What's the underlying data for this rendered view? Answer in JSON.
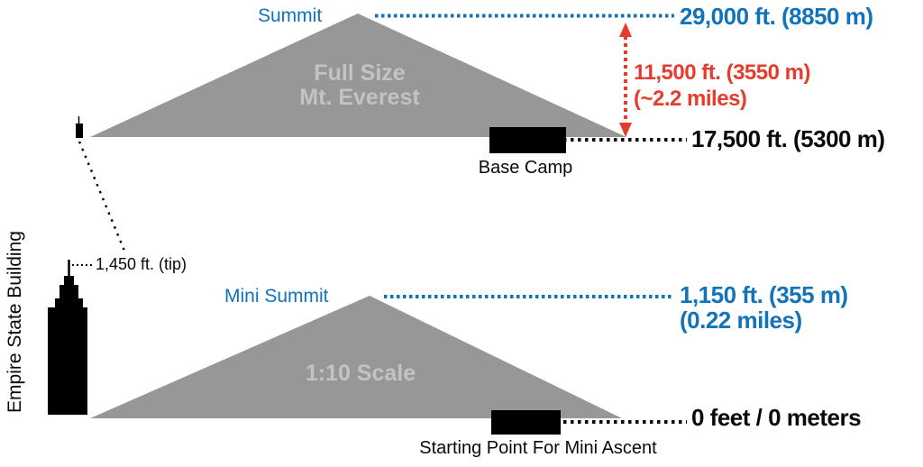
{
  "colors": {
    "blue": "#1173B9",
    "red": "#E63C2D",
    "mountain_gray": "#979797",
    "mountain_label_gray": "#C3C3C3",
    "marker_black": "#000000"
  },
  "full_size": {
    "summit_label": "Summit",
    "mountain_label_line1": "Full Size",
    "mountain_label_line2": "Mt. Everest",
    "summit_elevation": "29,000 ft. (8850 m)",
    "climb_height_line1": "11,500 ft. (3550 m)",
    "climb_height_line2": "(~2.2 miles)",
    "base_camp_elevation": "17,500 ft. (5300 m)",
    "base_camp_label": "Base Camp"
  },
  "mini": {
    "summit_label": "Mini Summit",
    "mountain_label": "1:10 Scale",
    "summit_elevation_line1": "1,150 ft. (355 m)",
    "summit_elevation_line2": "(0.22 miles)",
    "base_elevation": "0 feet / 0 meters",
    "start_label": "Starting Point For Mini Ascent"
  },
  "empire_state_building": {
    "label": "Empire State Building",
    "tip_height": "1,450 ft. (tip)"
  }
}
